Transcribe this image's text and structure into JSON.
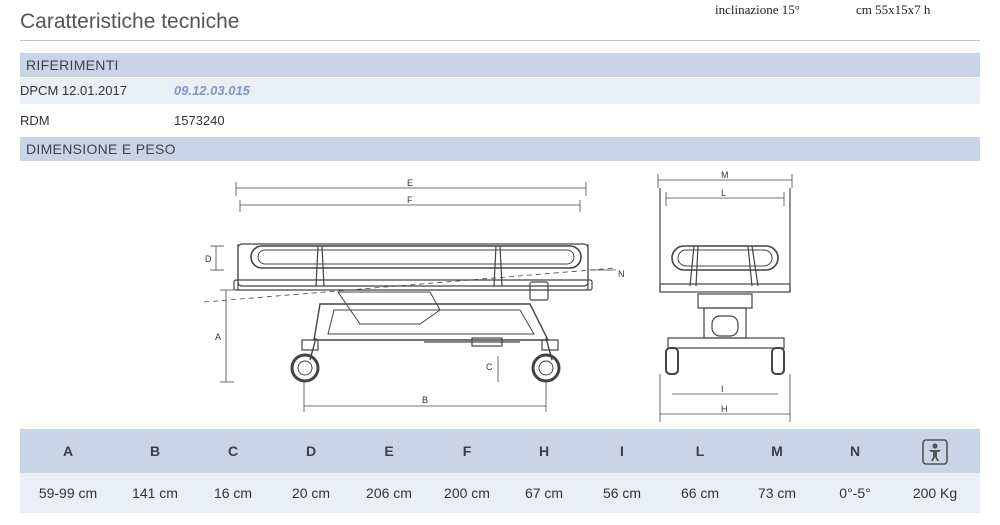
{
  "header": {
    "title": "Caratteristiche tecniche",
    "note_left": "inclinazione 15°",
    "note_right": "cm 55x15x7 h"
  },
  "sections": {
    "riferimenti": "RIFERIMENTI",
    "dimensione": "DIMENSIONE E PESO"
  },
  "references": [
    {
      "label": "DPCM 12.01.2017",
      "value": "09.12.03.015"
    },
    {
      "label": "RDM",
      "value": "1573240"
    }
  ],
  "drawing_labels": {
    "E": "E",
    "F": "F",
    "D": "D",
    "N": "N",
    "A": "A",
    "B": "B",
    "C": "C",
    "M": "M",
    "L": "L",
    "I": "I",
    "H": "H"
  },
  "table": {
    "headers": [
      "A",
      "B",
      "C",
      "D",
      "E",
      "F",
      "H",
      "I",
      "L",
      "M",
      "N"
    ],
    "values": [
      "59-99 cm",
      "141 cm",
      "16 cm",
      "20 cm",
      "206 cm",
      "200 cm",
      "67 cm",
      "56 cm",
      "66 cm",
      "73 cm",
      "0°-5°"
    ],
    "weight_icon": "patient-weight-icon",
    "weight_value": "200 Kg"
  }
}
